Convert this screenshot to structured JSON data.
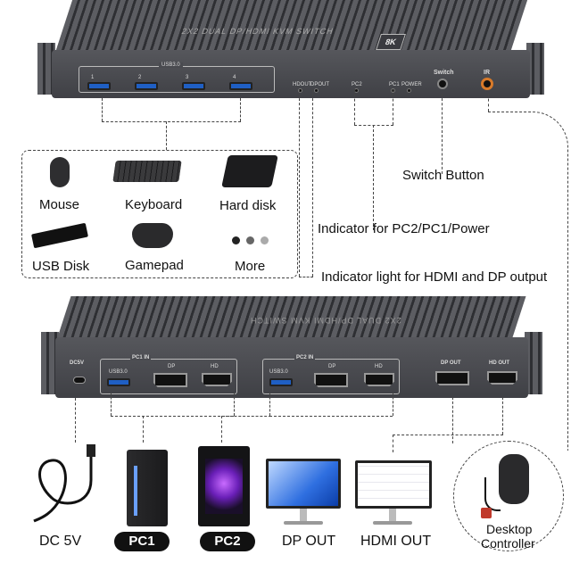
{
  "device_top": {
    "top_label": "2X2 DUAL DP/HDMI KVM SWITCH",
    "badge": "8K",
    "usb_group_label": "USB3.0",
    "port_numbers": [
      "1",
      "2",
      "3",
      "4"
    ],
    "indicator_labels": [
      "HDOUT",
      "DPOUT",
      "PC2",
      "PC1",
      "POWER"
    ],
    "switch_label": "Switch",
    "ir_label": "IR"
  },
  "peripherals": {
    "items": [
      {
        "label": "Mouse",
        "icon": "mouse-icon"
      },
      {
        "label": "Keyboard",
        "icon": "keyboard-icon"
      },
      {
        "label": "Hard disk",
        "icon": "hard-disk-icon"
      },
      {
        "label": "USB Disk",
        "icon": "usb-disk-icon"
      },
      {
        "label": "Gamepad",
        "icon": "gamepad-icon"
      },
      {
        "label": "More",
        "icon": "more-dots-icon"
      }
    ]
  },
  "callouts": {
    "switch_button": "Switch Button",
    "indicator_pc": "Indicator for PC2/PC1/Power",
    "indicator_output": "Indicator light for HDMI and DP output"
  },
  "device_bottom": {
    "top_label": "2X2 DUAL DP/HDMI KVM SWITCH",
    "dc_label": "DC5V",
    "pc1_label": "PC1 IN",
    "pc2_label": "PC2 IN",
    "usb_label": "USB3.0",
    "dp_label": "DP",
    "hd_label": "HD",
    "dp_out_label": "DP OUT",
    "hd_out_label": "HD OUT"
  },
  "bottom_items": {
    "dc": "DC 5V",
    "pc1": "PC1",
    "pc2": "PC2",
    "dp_out": "DP OUT",
    "hdmi_out": "HDMI OUT",
    "controller_line1": "Desktop",
    "controller_line2": "Controller"
  },
  "colors": {
    "device_body": "#4a4b50",
    "usb_blue": "#1f5fc4",
    "pill_black": "#111111"
  }
}
